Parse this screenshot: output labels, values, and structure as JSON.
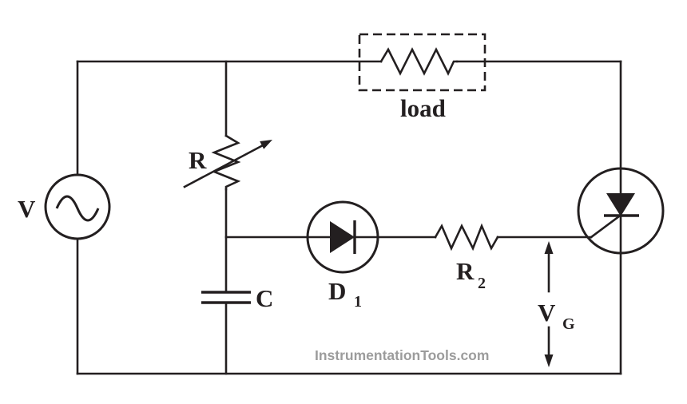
{
  "figure": {
    "kind": "circuit-diagram",
    "labels": {
      "source": "V",
      "variable_resistor": "R",
      "capacitor": "C",
      "diode_main": "D",
      "diode_sub": "1",
      "resistor2_main": "R",
      "resistor2_sub": "2",
      "load": "load",
      "gate_voltage_main": "V",
      "gate_voltage_sub": "G"
    },
    "watermark": "InstrumentationTools.com",
    "colors": {
      "line": "#231f20",
      "watermark": "#9c9c9c",
      "background": "#ffffff"
    }
  }
}
